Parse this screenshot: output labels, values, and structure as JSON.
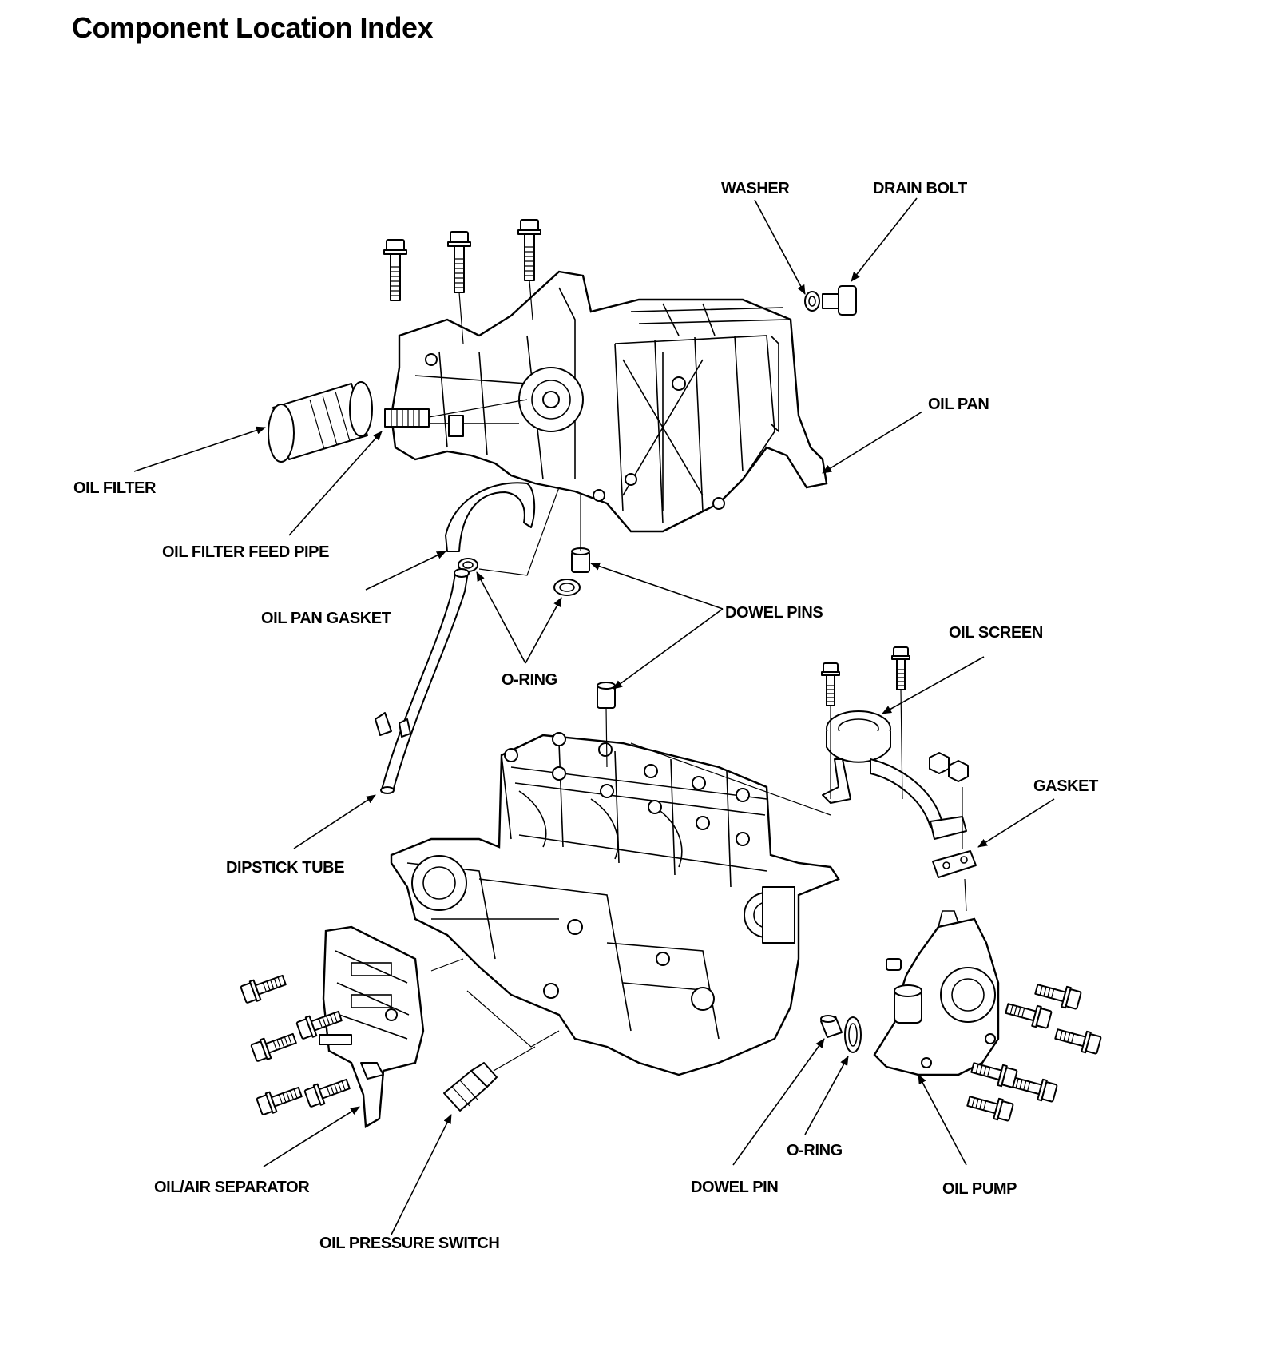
{
  "title": "Component Location Index",
  "labels": {
    "washer": "WASHER",
    "drain_bolt": "DRAIN BOLT",
    "oil_pan": "OIL PAN",
    "oil_filter": "OIL FILTER",
    "oil_filter_feed_pipe": "OIL FILTER FEED PIPE",
    "oil_pan_gasket": "OIL PAN GASKET",
    "dowel_pins": "DOWEL PINS",
    "oil_screen": "OIL SCREEN",
    "o_ring_top": "O-RING",
    "gasket": "GASKET",
    "dipstick_tube": "DIPSTICK TUBE",
    "oil_air_separator": "OIL/AIR SEPARATOR",
    "oil_pressure_switch": "OIL PRESSURE SWITCH",
    "dowel_pin": "DOWEL PIN",
    "o_ring_bottom": "O-RING",
    "oil_pump": "OIL PUMP"
  }
}
